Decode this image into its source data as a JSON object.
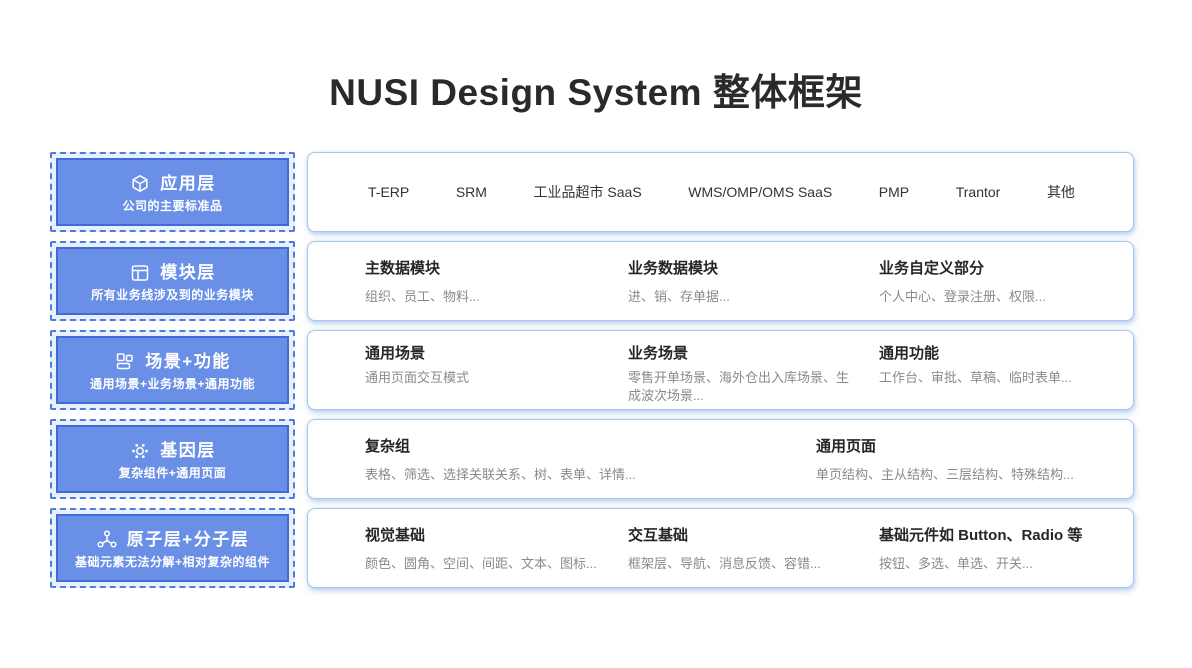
{
  "title": "NUSI Design System 整体框架",
  "colors": {
    "layer_fill": "#6a8fe6",
    "layer_border": "#3e6bd5",
    "layer_dashed_border": "#4d7be0",
    "card_border": "#a9c6ee",
    "heading_text": "#262626",
    "desc_text": "#8a8a8a"
  },
  "rows": [
    {
      "label": {
        "icon": "cube-icon",
        "title": "应用层",
        "subtitle": "公司的主要标准品"
      },
      "items": [
        "T-ERP",
        "SRM",
        "工业品超市 SaaS",
        "WMS/OMP/OMS SaaS",
        "PMP",
        "Trantor",
        "其他"
      ]
    },
    {
      "label": {
        "icon": "layout-icon",
        "title": "模块层",
        "subtitle": "所有业务线涉及到的业务模块"
      },
      "columns": [
        {
          "heading": "主数据模块",
          "desc": "组织、员工、物料..."
        },
        {
          "heading": "业务数据模块",
          "desc": "进、销、存单据..."
        },
        {
          "heading": "业务自定义部分",
          "desc": "个人中心、登录注册、权限..."
        }
      ]
    },
    {
      "label": {
        "icon": "blocks-icon",
        "title": "场景+功能",
        "subtitle": "通用场景+业务场景+通用功能"
      },
      "columns": [
        {
          "heading": "通用场景",
          "desc": "通用页面交互模式"
        },
        {
          "heading": "业务场景",
          "desc": "零售开单场景、海外仓出入库场景、生成波次场景..."
        },
        {
          "heading": "通用功能",
          "desc": "工作台、审批、草稿、临时表单..."
        }
      ]
    },
    {
      "label": {
        "icon": "gene-icon",
        "title": "基因层",
        "subtitle": "复杂组件+通用页面"
      },
      "columns": [
        {
          "heading": "复杂组",
          "desc": "表格、筛选、选择关联关系、树、表单、详情..."
        },
        {
          "heading": "通用页面",
          "desc": "单页结构、主从结构、三层结构、特殊结构..."
        }
      ]
    },
    {
      "label": {
        "icon": "molecule-icon",
        "title": "原子层+分子层",
        "subtitle": "基础元素无法分解+相对复杂的组件"
      },
      "columns": [
        {
          "heading": "视觉基础",
          "desc": "颜色、圆角、空间、间距、文本、图标..."
        },
        {
          "heading": "交互基础",
          "desc": "框架层、导航、消息反馈、容错..."
        },
        {
          "heading": "基础元件如 Button、Radio 等",
          "desc": "按钮、多选、单选、开关..."
        }
      ]
    }
  ]
}
